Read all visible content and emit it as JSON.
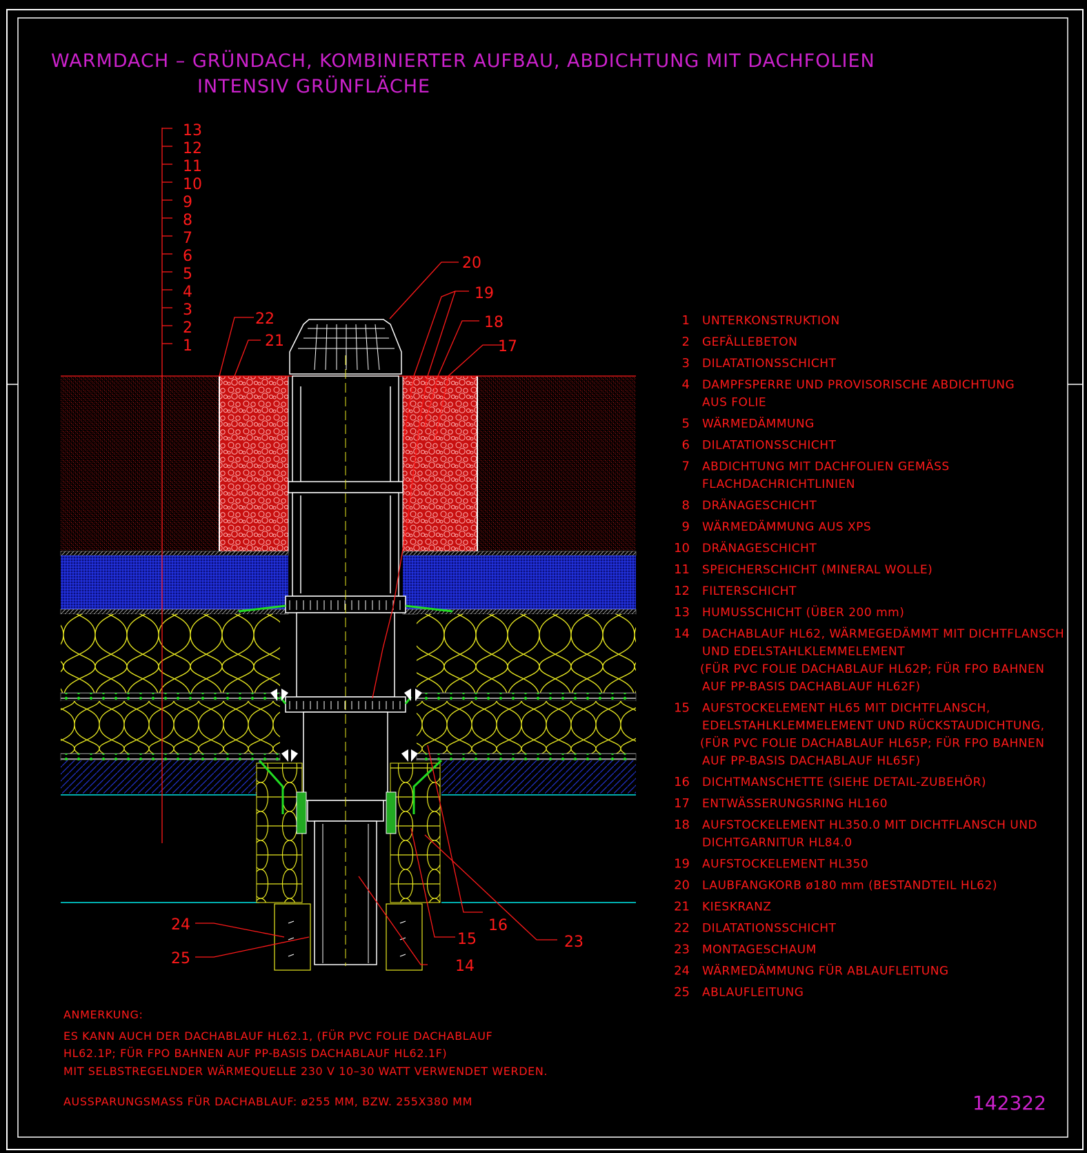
{
  "title": {
    "line1": "WARMDACH – GRÜNDACH, KOMBINIERTER AUFBAU, ABDICHTUNG MIT DACHFOLIEN",
    "line2": "INTENSIV GRÜNFLÄCHE"
  },
  "layer_scale": [
    "13",
    "12",
    "11",
    "10",
    "9",
    "8",
    "7",
    "6",
    "5",
    "4",
    "3",
    "2",
    "1"
  ],
  "callouts": {
    "c14": "14",
    "c15": "15",
    "c16": "16",
    "c17": "17",
    "c18": "18",
    "c19": "19",
    "c20": "20",
    "c21": "21",
    "c22": "22",
    "c23": "23",
    "c24": "24",
    "c25": "25"
  },
  "legend": [
    {
      "num": "1",
      "lines": [
        "UNTERKONSTRUKTION"
      ]
    },
    {
      "num": "2",
      "lines": [
        "GEFÄLLEBETON"
      ]
    },
    {
      "num": "3",
      "lines": [
        "DILATATIONSSCHICHT"
      ]
    },
    {
      "num": "4",
      "lines": [
        "DAMPFSPERRE UND PROVISORISCHE ABDICHTUNG",
        "AUS FOLIE"
      ]
    },
    {
      "num": "5",
      "lines": [
        "WÄRMEDÄMMUNG"
      ]
    },
    {
      "num": "6",
      "lines": [
        "DILATATIONSSCHICHT"
      ]
    },
    {
      "num": "7",
      "lines": [
        "ABDICHTUNG MIT DACHFOLIEN GEMÄSS",
        "FLACHDACHRICHTLINIEN"
      ]
    },
    {
      "num": "8",
      "lines": [
        "DRÄNAGESCHICHT"
      ]
    },
    {
      "num": "9",
      "lines": [
        "WÄRMEDÄMMUNG AUS XPS"
      ]
    },
    {
      "num": "10",
      "lines": [
        "DRÄNAGESCHICHT"
      ]
    },
    {
      "num": "11",
      "lines": [
        "SPEICHERSCHICHT (MINERAL WOLLE)"
      ]
    },
    {
      "num": "12",
      "lines": [
        "FILTERSCHICHT"
      ]
    },
    {
      "num": "13",
      "lines": [
        "HUMUSSCHICHT (ÜBER 200 mm)"
      ]
    },
    {
      "num": "14",
      "lines": [
        "DACHABLAUF HL62, WÄRMEGEDÄMMT MIT DICHTFLANSCH",
        "UND EDELSTAHLKLEMMELEMENT",
        "(FÜR PVC FOLIE DACHABLAUF HL62P; FÜR FPO BAHNEN",
        "AUF PP-BASIS DACHABLAUF HL62F)"
      ]
    },
    {
      "num": "15",
      "lines": [
        "AUFSTOCKELEMENT HL65 MIT DICHTFLANSCH,",
        "EDELSTAHLKLEMMELEMENT UND RÜCKSTAUDICHTUNG,",
        "(FÜR PVC FOLIE DACHABLAUF HL65P; FÜR FPO BAHNEN",
        "AUF PP-BASIS DACHABLAUF HL65F)"
      ]
    },
    {
      "num": "16",
      "lines": [
        "DICHTMANSCHETTE (SIEHE DETAIL-ZUBEHÖR)"
      ]
    },
    {
      "num": "17",
      "lines": [
        "ENTWÄSSERUNGSRING HL160"
      ]
    },
    {
      "num": "18",
      "lines": [
        "AUFSTOCKELEMENT HL350.0 MIT DICHTFLANSCH UND",
        "DICHTGARNITUR HL84.0"
      ]
    },
    {
      "num": "19",
      "lines": [
        "AUFSTOCKELEMENT HL350"
      ]
    },
    {
      "num": "20",
      "lines": [
        "LAUBFANGKORB ø180 mm (BESTANDTEIL HL62)"
      ]
    },
    {
      "num": "21",
      "lines": [
        "KIESKRANZ"
      ]
    },
    {
      "num": "22",
      "lines": [
        "DILATATIONSSCHICHT"
      ]
    },
    {
      "num": "23",
      "lines": [
        "MONTAGESCHAUM"
      ]
    },
    {
      "num": "24",
      "lines": [
        "WÄRMEDÄMMUNG FÜR ABLAUFLEITUNG"
      ]
    },
    {
      "num": "25",
      "lines": [
        "ABLAUFLEITUNG"
      ]
    }
  ],
  "notes": {
    "heading": "ANMERKUNG:",
    "lines": [
      "ES KANN AUCH DER DACHABLAUF HL62.1, (FÜR PVC FOLIE DACHABLAUF",
      "HL62.1P; FÜR FPO BAHNEN AUF PP-BASIS DACHABLAUF HL62.1F)",
      "MIT SELBSTREGELNDER WÄRMEQUELLE 230 V 10–30 WATT VERWENDET WERDEN."
    ],
    "opening": "AUSSPARUNGSMASS FÜR DACHABLAUF: ø255 MM, BZW. 255X380 MM"
  },
  "drawing_number": "142322",
  "colors": {
    "background": "#000000",
    "frame": "#ffffff",
    "title": "#cc22cc",
    "text": "#ff1a1a",
    "humus_hatch": "#cc1111",
    "gravel": "#ff3030",
    "storage_layer": "#1a2bff",
    "insulation": "#e8e820",
    "membrane_dots": "#22dd22",
    "concrete_hatch": "#2233cc",
    "drain_outline": "#ffffff",
    "slab_line": "#00e5e5"
  }
}
